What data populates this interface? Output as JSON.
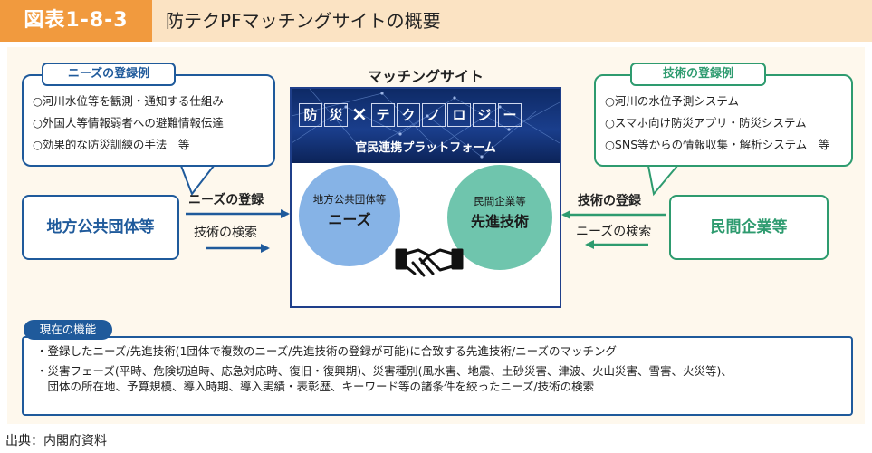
{
  "header": {
    "tag": "図表1-8-3",
    "title": "防テクPFマッチングサイトの概要"
  },
  "needs_examples": {
    "label": "ニーズの登録例",
    "items": [
      "○河川水位等を観測・通知する仕組み",
      "○外国人等情報弱者への避難情報伝達",
      "○効果的な防災訓練の手法　等"
    ]
  },
  "tech_examples": {
    "label": "技術の登録例",
    "items": [
      "○河川の水位予測システム",
      "○スマホ向け防災アプリ・防災システム",
      "○SNS等からの情報収集・解析システム　等"
    ]
  },
  "left_entity": "地方公共団体等",
  "right_entity": "民間企業等",
  "left_flow": {
    "register": "ニーズの登録",
    "search": "技術の検索"
  },
  "right_flow": {
    "register": "技術の登録",
    "search": "ニーズの検索"
  },
  "site": {
    "title": "マッチングサイト",
    "banner_chars": [
      "防",
      "災",
      "×",
      "テ",
      "ク",
      "ノ",
      "ロ",
      "ジ",
      "ー"
    ],
    "banner_sub": "官民連携プラットフォーム",
    "needs_circle": {
      "small": "地方公共団体等",
      "big": "ニーズ"
    },
    "tech_circle": {
      "small": "民間企業等",
      "big": "先進技術"
    }
  },
  "functions": {
    "label": "現在の機能",
    "lines": [
      "・登録したニーズ/先進技術(1団体で複数のニーズ/先進技術の登録が可能)に合致する先進技術/ニーズのマッチング",
      "・災害フェーズ(平時、危険切迫時、応急対応時、復旧・復興期)、災害種別(風水害、地震、土砂災害、津波、火山災害、雪害、火災等)、",
      "　団体の所在地、予算規模、導入時期、導入実績・表彰歴、キーワード等の諸条件を絞ったニーズ/技術の検索"
    ]
  },
  "source": "出典：内閣府資料",
  "colors": {
    "header_tag": "#f19a3e",
    "header_bg": "#fbe3c3",
    "gov_blue": "#1f5a9b",
    "company_green": "#2e9b6f",
    "needs_circle": "#86b3e6",
    "tech_circle": "#6fc5ad",
    "banner_navy": "#0e2a66"
  }
}
